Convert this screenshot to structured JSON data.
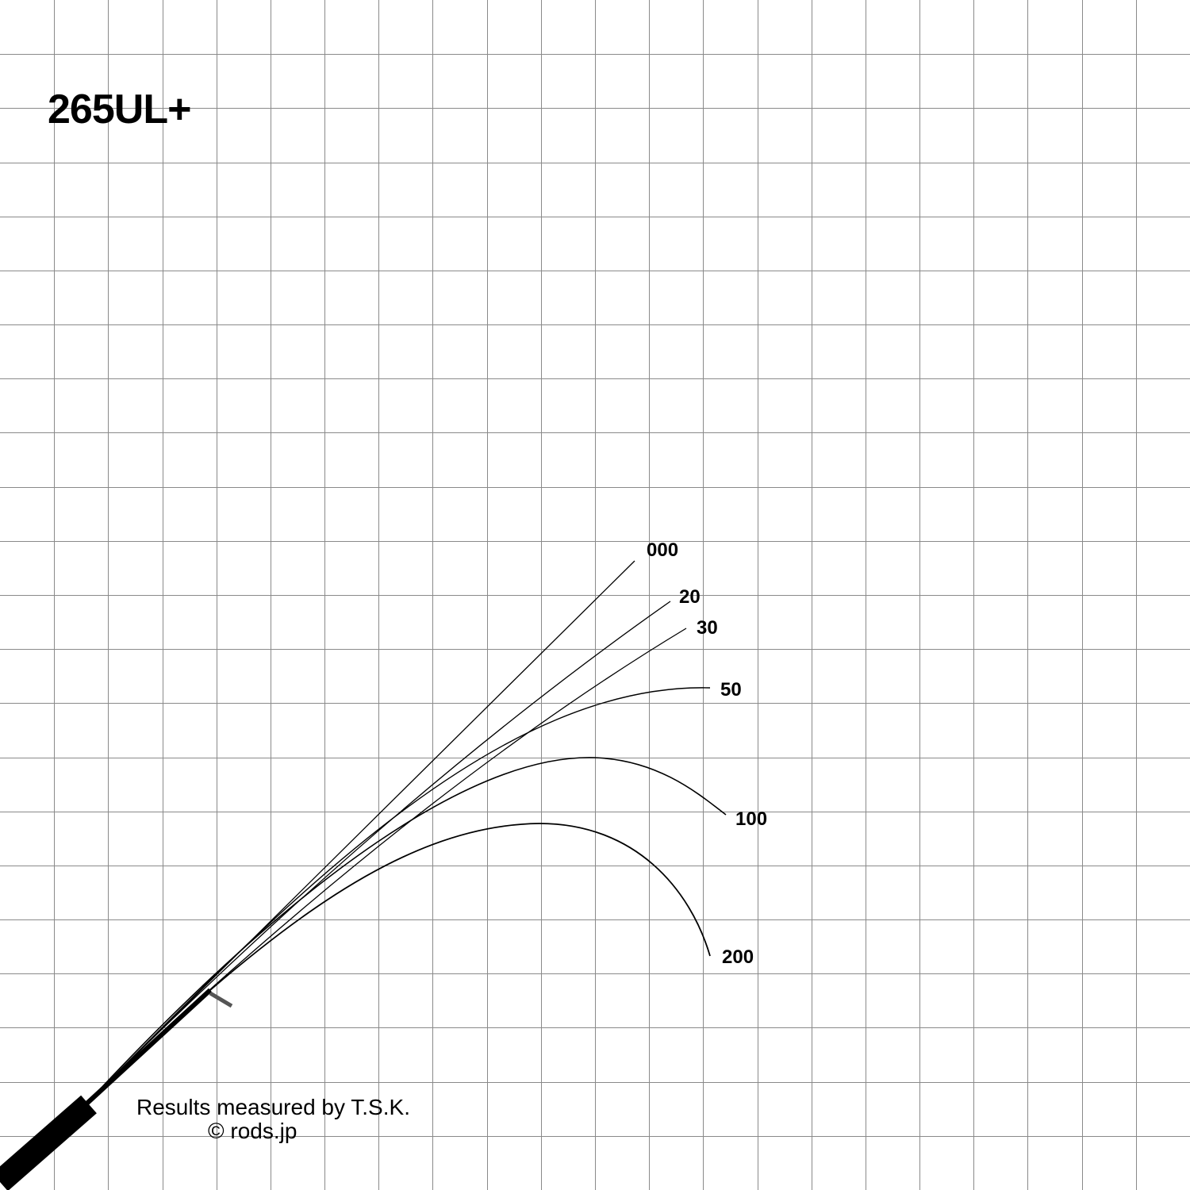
{
  "title": "265UL+",
  "curve_labels": {
    "c0": "000",
    "c20": "20",
    "c30": "30",
    "c50": "50",
    "c100": "100",
    "c200": "200"
  },
  "credits": {
    "measured": "Results measured by T.S.K.",
    "copyright": "© rods.jp"
  },
  "colors": {
    "grid": "#8a8a8a",
    "rod": "#000000",
    "background": "#ffffff"
  }
}
